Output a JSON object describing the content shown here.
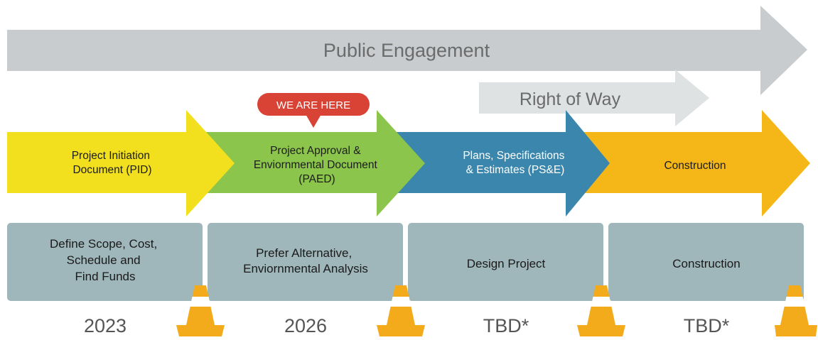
{
  "engagement": {
    "label": "Public Engagement",
    "color": "#c8ccce"
  },
  "right_of_way": {
    "label": "Right of Way",
    "color": "#dfe2e3"
  },
  "marker": {
    "label": "WE ARE HERE",
    "color": "#d94335"
  },
  "phases": [
    {
      "lines": [
        "Project Initiation",
        "Document (PID)"
      ],
      "color": "#f2e01e"
    },
    {
      "lines": [
        "Project Approval &",
        "Enviornmental Document",
        "(PAED)"
      ],
      "color": "#8cc54b"
    },
    {
      "lines": [
        "Plans, Specifications",
        "& Estimates (PS&E)"
      ],
      "color": "#3b86ac"
    },
    {
      "lines": [
        "Construction"
      ],
      "color": "#f5b617"
    }
  ],
  "tasks": [
    {
      "lines": [
        "Define Scope, Cost,",
        "Schedule and",
        "Find Funds"
      ]
    },
    {
      "lines": [
        "Prefer Alternative,",
        "Enviornmental Analysis"
      ]
    },
    {
      "lines": [
        "Design Project"
      ]
    },
    {
      "lines": [
        "Construction"
      ]
    }
  ],
  "task_box_color": "#9fb7ba",
  "years": [
    "2023",
    "2026",
    "TBD*",
    "TBD*"
  ],
  "cone_colors": {
    "body": "#f3ab1b",
    "stripe": "#ffffff"
  }
}
